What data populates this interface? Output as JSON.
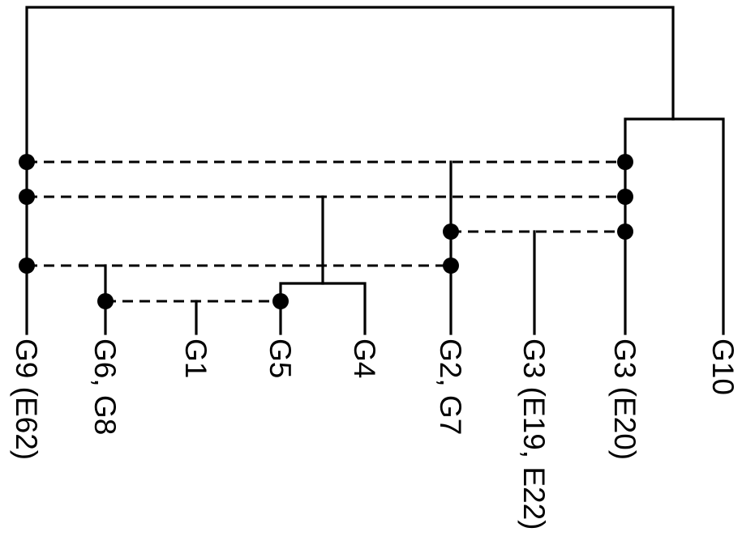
{
  "leaves": [
    {
      "id": "g9",
      "label": "G9 (E62)"
    },
    {
      "id": "g6g8",
      "label": "G6, G8"
    },
    {
      "id": "g1",
      "label": "G1"
    },
    {
      "id": "g5",
      "label": "G5"
    },
    {
      "id": "g4",
      "label": "G4"
    },
    {
      "id": "g2g7",
      "label": "G2, G7"
    },
    {
      "id": "g3a",
      "label": "G3 (E19, E22)"
    },
    {
      "id": "g3b",
      "label": "G3 (E20)"
    },
    {
      "id": "g10",
      "label": "G10"
    }
  ]
}
